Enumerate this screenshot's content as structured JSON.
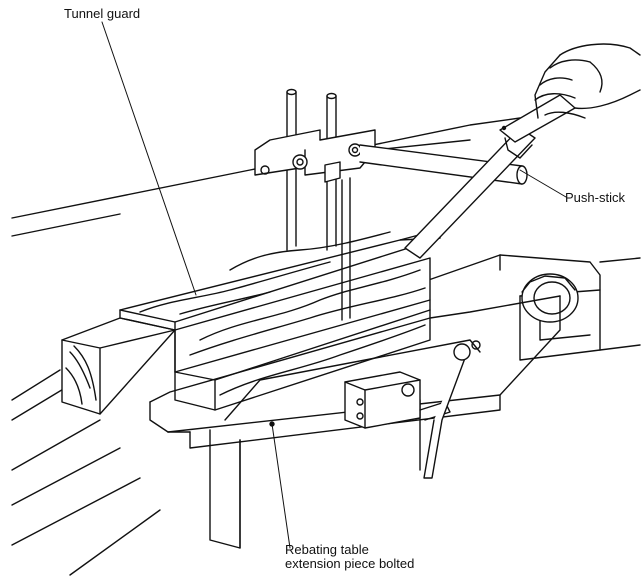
{
  "labels": {
    "tunnel_guard": "Tunnel guard",
    "push_stick": "Push-stick",
    "rebating_line1": "Rebating table",
    "rebating_line2": "extension piece bolted"
  },
  "colors": {
    "ink": "#111111",
    "background": "#ffffff"
  }
}
